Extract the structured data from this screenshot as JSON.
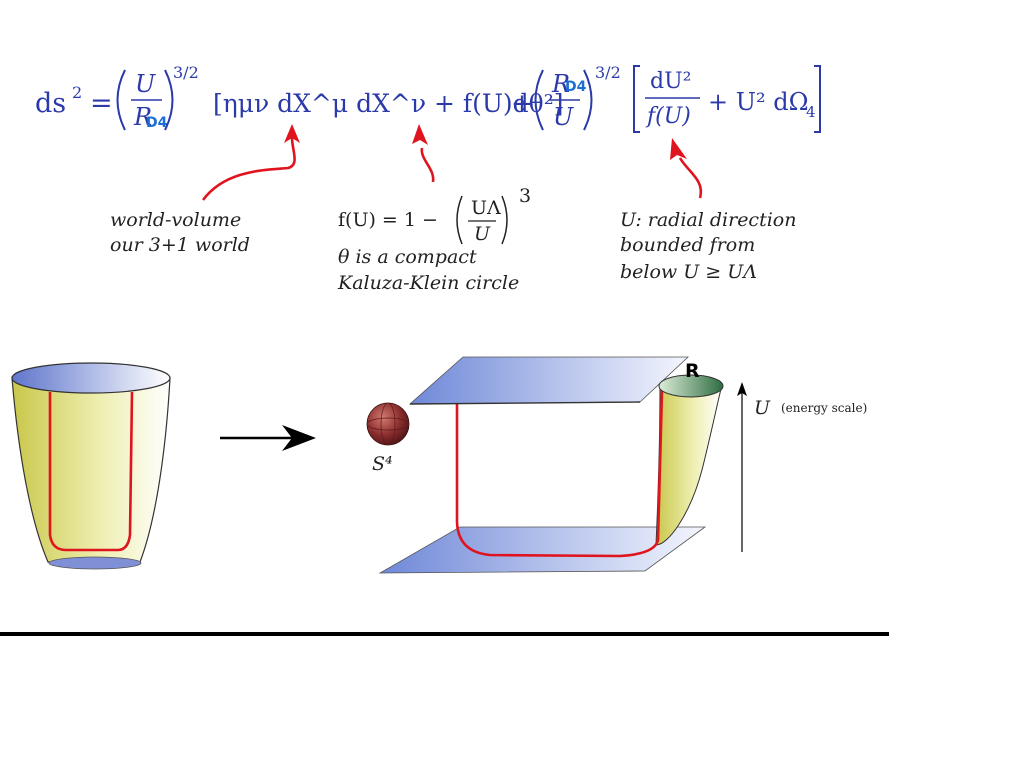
{
  "equation": {
    "lhs": "ds",
    "lhs_power": "2",
    "equals": "=",
    "frac1_num": "U",
    "frac1_den": "R",
    "exponent": "3/2",
    "bracket1": "[ημν dX^μ dX^ν + f(U)dθ²]",
    "plus": "+",
    "frac2_num": "R",
    "frac2_den": "U",
    "frac3_num": "dU²",
    "frac3_den": "f(U)",
    "term_u2": "+ U² dΩ",
    "term_u2_sub": "4",
    "overlay_d4_a": "D4",
    "overlay_d4_b": "D4"
  },
  "annotations": {
    "worldvolume_line1": "world-volume",
    "worldvolume_line2": "our 3+1 world",
    "f_lhs": "f(U) = 1 −",
    "f_num": "UΛ",
    "f_den": "U",
    "f_power": "3",
    "theta_line1": "θ is a compact",
    "theta_line2": "Kaluza-Klein circle",
    "radial_line1": "U: radial direction",
    "radial_line2": "bounded from",
    "radial_line3": "below U ≥ UΛ"
  },
  "diagram": {
    "sphere_label": "S⁴",
    "r_label": "R",
    "u_axis_label": "U",
    "u_axis_note": "(energy scale)"
  },
  "colors": {
    "equation": "#2b3aa8",
    "arrow_red": "#e0141e",
    "plane_blue": "#7d95dc",
    "cup_yellow": "#d8d66a",
    "sphere": "#8a2d2d",
    "cap_green": "#3c7a4e",
    "divider": "#000000"
  }
}
